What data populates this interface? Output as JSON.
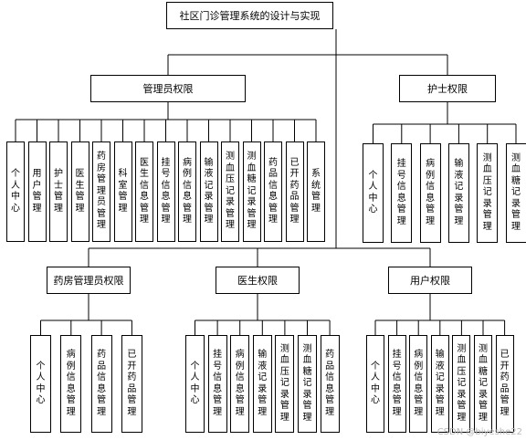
{
  "root": "社区门诊管理系统的设计与实现",
  "groups": [
    {
      "label": "管理员权限",
      "children": [
        "个人中心",
        "用户管理",
        "护士管理",
        "医生管理",
        "药房管理员管理",
        "科室管理",
        "医生信息管理",
        "挂号信息管理",
        "病例信息管理",
        "输液记录管理",
        "测血压记录管理",
        "测血糖记录管理",
        "药品信息管理",
        "已开药品管理",
        "系统管理"
      ]
    },
    {
      "label": "护士权限",
      "children": [
        "个人中心",
        "挂号信息管理",
        "病例信息管理",
        "输液记录管理",
        "测血压记录管理",
        "测血糖记录管理"
      ]
    },
    {
      "label": "药房管理员权限",
      "children": [
        "个人中心",
        "病例信息管理",
        "药品信息管理",
        "已开药品管理"
      ]
    },
    {
      "label": "医生权限",
      "children": [
        "个人中心",
        "挂号信息管理",
        "病例信息管理",
        "输液记录管理",
        "测血压记录管理",
        "测血糖记录管理",
        "药品信息管理"
      ]
    },
    {
      "label": "用户权限",
      "children": [
        "个人中心",
        "挂号信息管理",
        "病例信息管理",
        "输液记录管理",
        "测血压记录管理",
        "测血糖记录管理",
        "已开药品管理"
      ]
    }
  ],
  "watermark": "CSDN @biyeshe22"
}
